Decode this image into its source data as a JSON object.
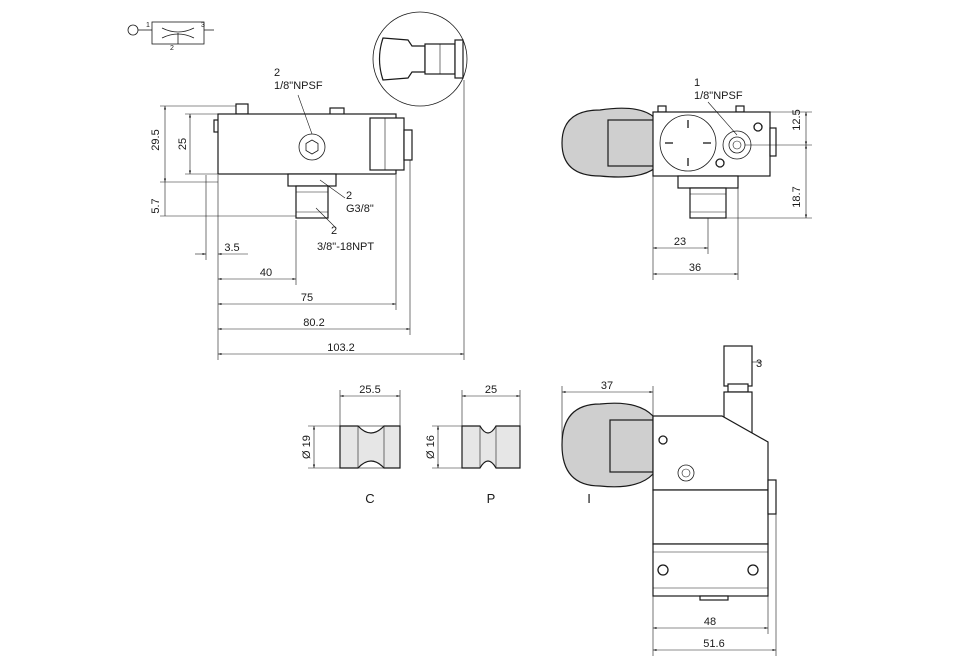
{
  "symbol": {
    "port1": "1",
    "port2": "2",
    "port3": "3"
  },
  "callouts": {
    "side_top": {
      "number": "2",
      "thread": "1/8\"NPSF"
    },
    "side_g": {
      "number": "2",
      "thread": "G3/8\""
    },
    "side_npt": {
      "number": "2",
      "thread": "3/8\"-18NPT"
    },
    "end_top": {
      "number": "1",
      "thread": "1/8\"NPSF"
    },
    "front_fitting": {
      "number": "3"
    }
  },
  "dims": {
    "side_height_total": "29.5",
    "side_height_body": "25",
    "side_offset": "5.7",
    "side_lip": "3.5",
    "side_port_pos": "40",
    "side_body_len": "75",
    "side_overall": "80.2",
    "side_with_plug": "103.2",
    "end_port_pos": "23",
    "end_base_width": "36",
    "end_port_height": "12.5",
    "end_lower_height": "18.7",
    "front_knob": "37",
    "front_body_width": "48",
    "front_overall_width": "51.6"
  },
  "variants": {
    "c": {
      "label": "C",
      "width": "25.5",
      "diameter": "Ø 19"
    },
    "p": {
      "label": "P",
      "width": "25",
      "diameter": "Ø 16"
    },
    "i": {
      "label": "I"
    }
  }
}
